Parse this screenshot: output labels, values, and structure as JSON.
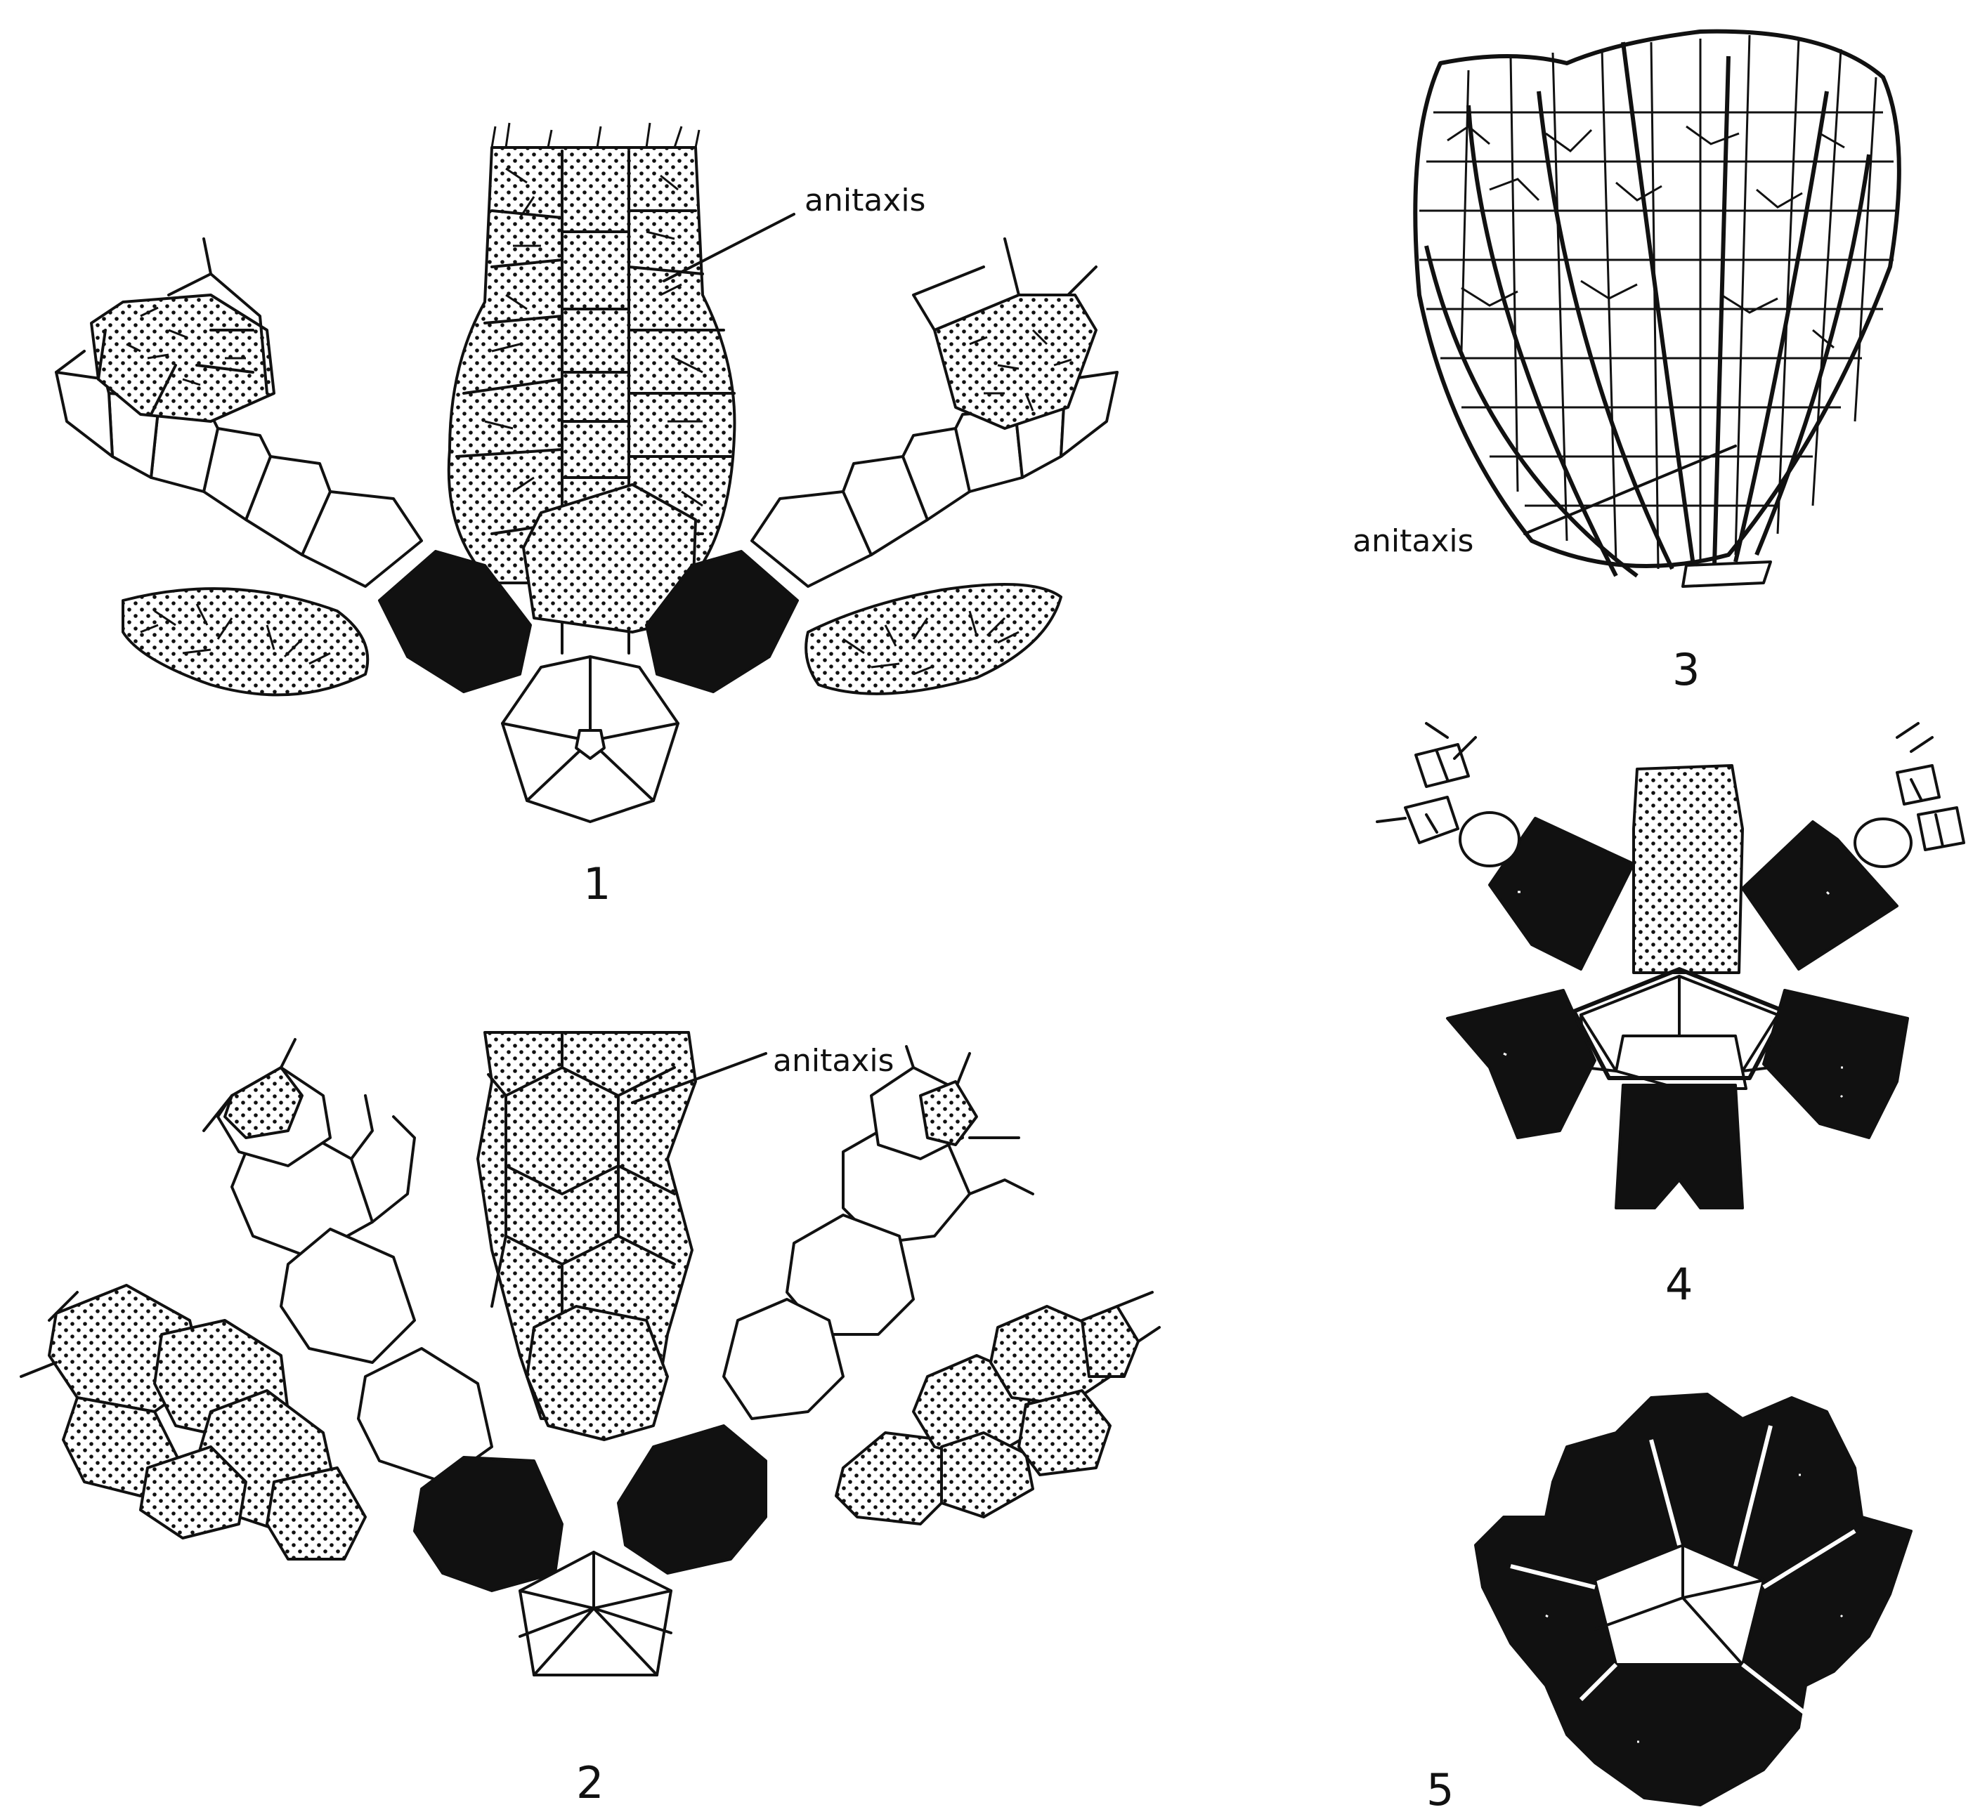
{
  "figures": [
    {
      "number": "1",
      "label": "anitaxis"
    },
    {
      "number": "2",
      "label": "anitaxis"
    },
    {
      "number": "3",
      "label": "anitaxis"
    },
    {
      "number": "4"
    },
    {
      "number": "5"
    }
  ],
  "colors": {
    "ink": "#111111",
    "paper": "#ffffff"
  }
}
